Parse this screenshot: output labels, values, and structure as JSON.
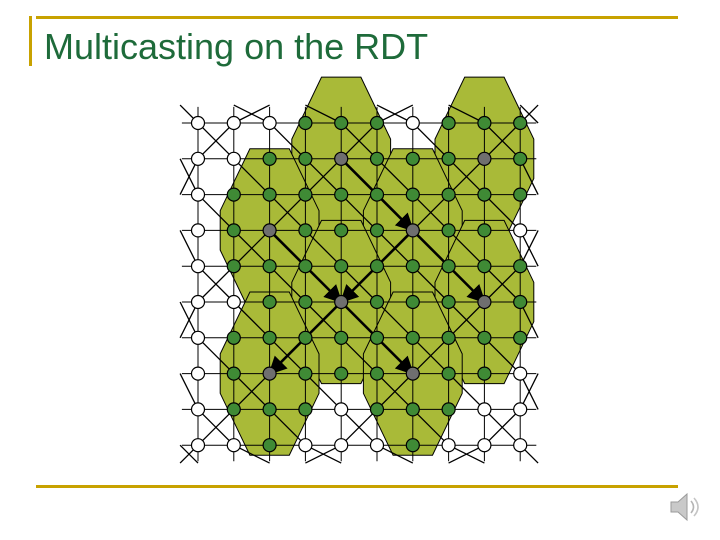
{
  "slide": {
    "title": "Multicasting on the RDT"
  },
  "colors": {
    "accent": "#c8a200",
    "title": "#1e6b3a",
    "region_fill": "#a9ba38",
    "member_node": "#3f8a35",
    "root_node": "#6f6f6f",
    "plain_node": "#ffffff",
    "stroke": "#000000"
  },
  "diagram": {
    "type": "rdt-multicast",
    "grid_columns": 10,
    "grid_rows": 10,
    "multicast_regions": [
      {
        "root": [
          4,
          1
        ]
      },
      {
        "root": [
          8,
          1
        ]
      },
      {
        "root": [
          2,
          3
        ]
      },
      {
        "root": [
          6,
          3
        ]
      },
      {
        "root": [
          4,
          5
        ]
      },
      {
        "root": [
          8,
          5
        ]
      },
      {
        "root": [
          2,
          7
        ]
      },
      {
        "root": [
          6,
          7
        ]
      }
    ],
    "root_links": [
      [
        [
          4,
          1
        ],
        [
          6,
          3
        ]
      ],
      [
        [
          6,
          3
        ],
        [
          8,
          5
        ]
      ],
      [
        [
          6,
          3
        ],
        [
          4,
          5
        ]
      ],
      [
        [
          4,
          5
        ],
        [
          2,
          7
        ]
      ],
      [
        [
          4,
          5
        ],
        [
          6,
          7
        ]
      ],
      [
        [
          2,
          3
        ],
        [
          4,
          5
        ]
      ]
    ]
  },
  "icons": {
    "speaker": "speaker-icon"
  }
}
